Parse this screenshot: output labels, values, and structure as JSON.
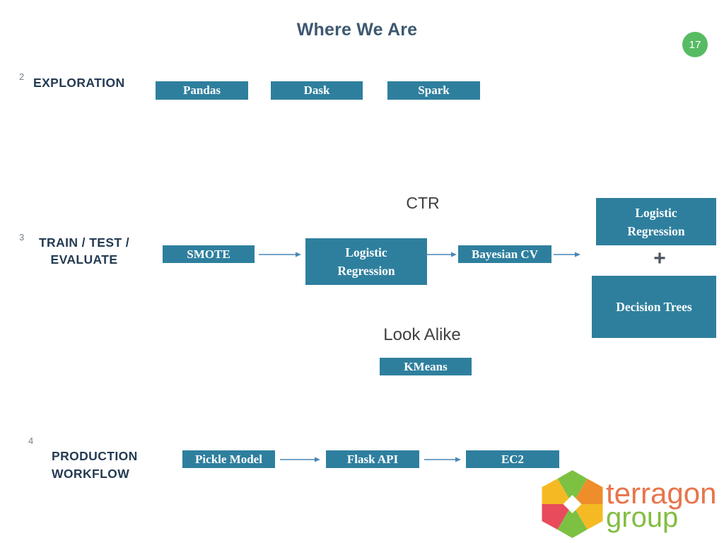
{
  "slide": {
    "title": "Where We Are",
    "page_number": "17"
  },
  "sections": [
    {
      "number": "2",
      "line1": "EXPLORATION",
      "line2": ""
    },
    {
      "number": "3",
      "line1": "TRAIN / TEST /",
      "line2": "EVALUATE"
    },
    {
      "number": "4",
      "line1": "PRODUCTION",
      "line2": "WORKFLOW"
    }
  ],
  "labels": {
    "ctr": "CTR",
    "look_alike": "Look Alike",
    "plus": "+"
  },
  "boxes": {
    "pandas": "Pandas",
    "dask": "Dask",
    "spark": "Spark",
    "smote": "SMOTE",
    "logistic_regression_mid": {
      "line1": "Logistic",
      "line2": "Regression"
    },
    "bayesian_cv": "Bayesian CV",
    "logistic_regression_right": {
      "line1": "Logistic",
      "line2": "Regression"
    },
    "decision_trees": "Decision Trees",
    "kmeans": "KMeans",
    "pickle_model": "Pickle Model",
    "flask_api": "Flask API",
    "ec2": "EC2"
  },
  "logo": {
    "word_top": "terragon",
    "word_bottom": "group"
  },
  "colors": {
    "box_teal": "#2E7F9E",
    "arrow_blue": "#4A86B5",
    "title_navy": "#3E5871",
    "section_navy": "#243B53",
    "page_circle_green": "#57BB63",
    "logo_green": "#7CC142",
    "logo_yellow": "#F5BA23",
    "logo_orange": "#EF8D2A",
    "logo_red": "#E84B5B",
    "wordmark_orange": "#E8744A",
    "wordmark_green": "#82BE41"
  }
}
